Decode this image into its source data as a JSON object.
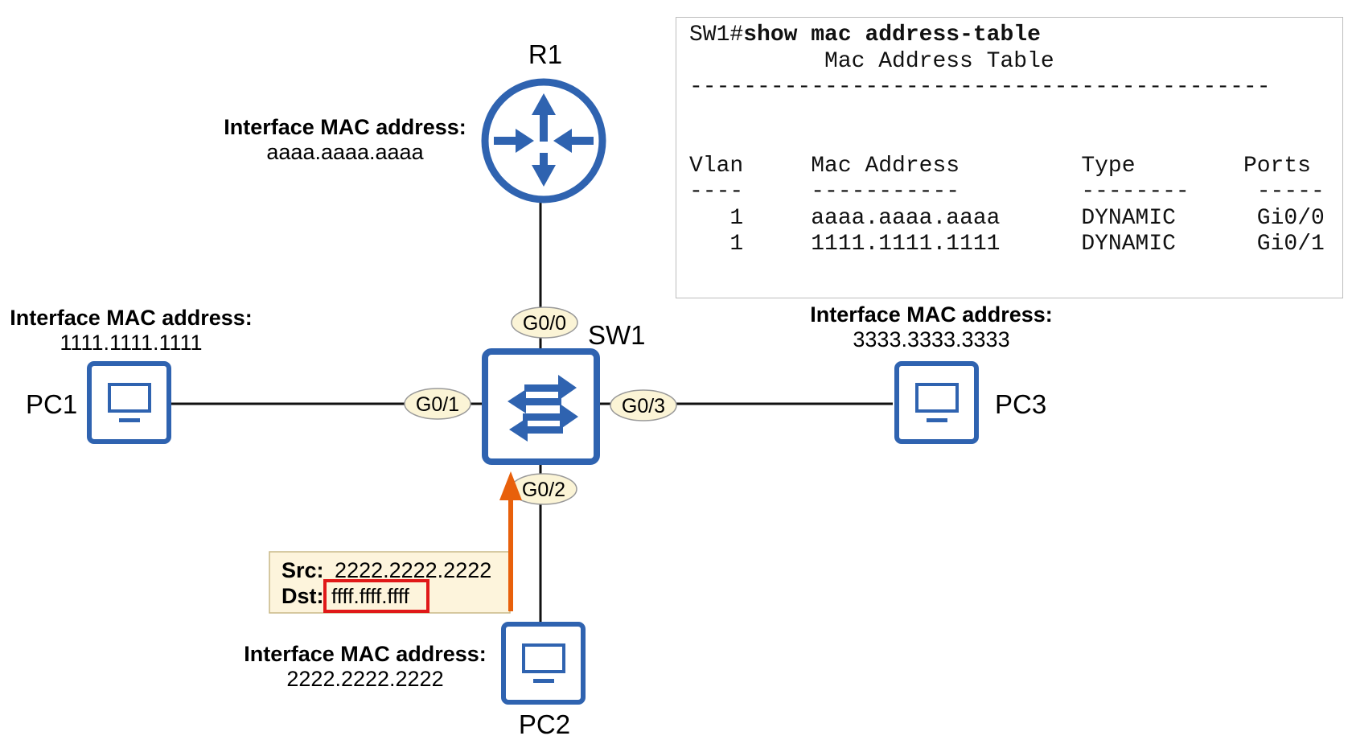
{
  "cli": {
    "prompt": "SW1#",
    "command": "show mac address-table",
    "title": "          Mac Address Table",
    "divider": "-------------------------------------------",
    "headers": [
      "Vlan",
      "Mac Address",
      "Type",
      "Ports"
    ],
    "header_underlines": [
      "----",
      "-----------",
      "--------",
      "-----"
    ],
    "rows": [
      {
        "vlan": "1",
        "mac": "aaaa.aaaa.aaaa",
        "type": "DYNAMIC",
        "port": "Gi0/0"
      },
      {
        "vlan": "1",
        "mac": "1111.1111.1111",
        "type": "DYNAMIC",
        "port": "Gi0/1"
      }
    ]
  },
  "devices": {
    "r1": {
      "name": "R1",
      "mac_label": "Interface MAC address:",
      "mac": "aaaa.aaaa.aaaa",
      "icon": "router-icon"
    },
    "sw1": {
      "name": "SW1",
      "icon": "switch-icon"
    },
    "pc1": {
      "name": "PC1",
      "mac_label": "Interface MAC address:",
      "mac": "1111.1111.1111",
      "icon": "pc-icon"
    },
    "pc2": {
      "name": "PC2",
      "mac_label": "Interface MAC address:",
      "mac": "2222.2222.2222",
      "icon": "pc-icon"
    },
    "pc3": {
      "name": "PC3",
      "mac_label": "Interface MAC address:",
      "mac": "3333.3333.3333",
      "icon": "pc-icon"
    }
  },
  "interfaces": {
    "g00": "G0/0",
    "g01": "G0/1",
    "g02": "G0/2",
    "g03": "G0/3"
  },
  "frame": {
    "src_label": "Src:",
    "src": "2222.2222.2222",
    "dst_label": "Dst:",
    "dst": "ffff.ffff.ffff"
  },
  "colors": {
    "device_blue": "#2f63b0",
    "label_fill": "#fbf4d6",
    "arrow_orange": "#e8600b",
    "highlight_red": "#e01818",
    "frame_box_fill": "#fdf4dc"
  }
}
